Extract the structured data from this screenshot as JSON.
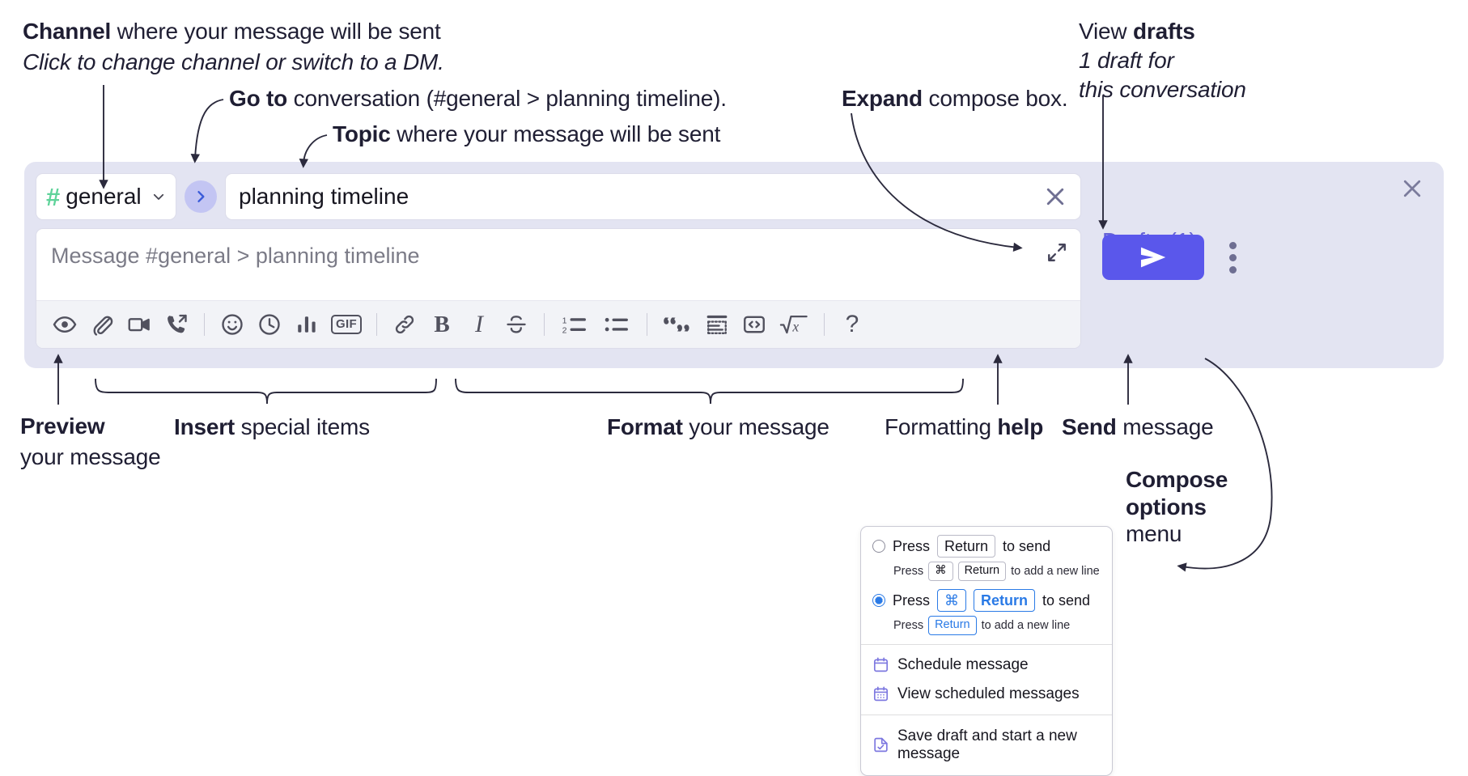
{
  "annotations": {
    "channel": {
      "bold": "Channel",
      "rest": " where your message will be sent",
      "italic": "Click to change channel or switch to a DM."
    },
    "goto": {
      "bold": "Go to",
      "rest": " conversation (#general > planning timeline)."
    },
    "topic": {
      "bold": "Topic",
      "rest": " where your message will be sent"
    },
    "expand": {
      "bold": "Expand",
      "rest": " compose box."
    },
    "drafts": {
      "lead": "View ",
      "bold": "drafts",
      "italic1": "1 draft for",
      "italic2": "this conversation"
    },
    "preview": {
      "bold": "Preview",
      "rest": "your message"
    },
    "insert": {
      "bold": "Insert",
      "rest": " special items"
    },
    "format": {
      "bold": "Format",
      "rest": " your message"
    },
    "help": {
      "lead": "Formatting ",
      "bold": "help"
    },
    "send": {
      "bold": "Send",
      "rest": " message"
    },
    "compose_options": {
      "bold1": "Compose",
      "bold2": "options",
      "rest": "menu"
    }
  },
  "compose": {
    "channel_name": "general",
    "hash_symbol": "#",
    "topic_value": "planning timeline",
    "message_placeholder": "Message #general > planning timeline",
    "drafts_label": "Drafts (1)",
    "toolbar": [
      {
        "name": "preview-icon",
        "label": "Preview"
      },
      {
        "name": "attachment-icon",
        "label": "Attach file"
      },
      {
        "name": "video-icon",
        "label": "Video clip"
      },
      {
        "name": "audio-call-icon",
        "label": "Audio clip"
      },
      {
        "name": "emoji-icon",
        "label": "Emoji"
      },
      {
        "name": "clock-icon",
        "label": "Reminder"
      },
      {
        "name": "poll-icon",
        "label": "Poll"
      },
      {
        "name": "gif-icon",
        "label": "GIF"
      },
      {
        "name": "link-icon",
        "label": "Link"
      },
      {
        "name": "bold-icon",
        "label": "B"
      },
      {
        "name": "italic-icon",
        "label": "I"
      },
      {
        "name": "strikethrough-icon",
        "label": "S"
      },
      {
        "name": "ordered-list-icon",
        "label": "Numbered list"
      },
      {
        "name": "bulleted-list-icon",
        "label": "Bulleted list"
      },
      {
        "name": "blockquote-icon",
        "label": "Quote"
      },
      {
        "name": "code-block-icon",
        "label": "Code block"
      },
      {
        "name": "inline-code-icon",
        "label": "Code"
      },
      {
        "name": "math-icon",
        "label": "Math"
      },
      {
        "name": "help-icon",
        "label": "?"
      }
    ]
  },
  "options_menu": {
    "radio1": {
      "selected": false,
      "press": "Press",
      "key": "Return",
      "tail": "to send",
      "sub_press": "Press",
      "sub_key1": "⌘",
      "sub_key2": "Return",
      "sub_tail": "to add a new line"
    },
    "radio2": {
      "selected": true,
      "press": "Press",
      "key1": "⌘",
      "key2": "Return",
      "tail": "to send",
      "sub_press": "Press",
      "sub_key": "Return",
      "sub_tail": "to add a new line"
    },
    "items": [
      {
        "icon": "calendar-schedule-icon",
        "label": "Schedule message"
      },
      {
        "icon": "calendar-view-icon",
        "label": "View scheduled messages"
      },
      {
        "icon": "save-draft-icon",
        "label": "Save draft and start a new message"
      }
    ]
  },
  "colors": {
    "accent": "#5a57eb",
    "hash_green": "#5fd39a",
    "panel": "#e3e4f2",
    "link": "#6562d6"
  }
}
